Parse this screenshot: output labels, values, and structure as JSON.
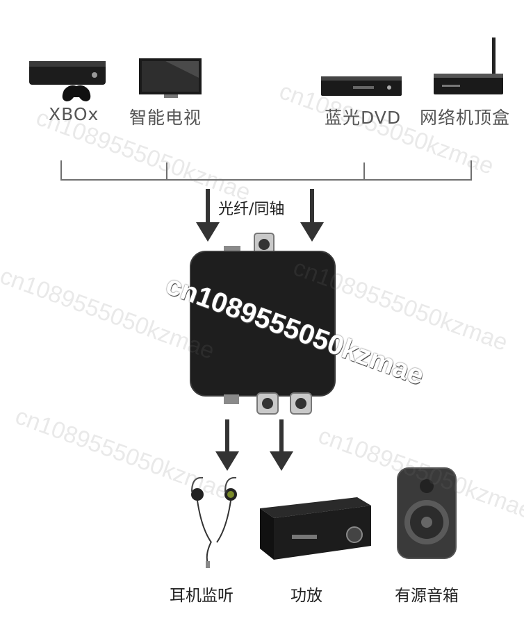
{
  "sources": [
    {
      "label": "XBOx",
      "icon": "xbox-console-icon"
    },
    {
      "label": "智能电视",
      "icon": "smart-tv-icon"
    },
    {
      "label": "蓝光DVD",
      "icon": "bluray-dvd-player-icon"
    },
    {
      "label": "网络机顶盒",
      "icon": "network-set-top-box-icon"
    }
  ],
  "input_label": "光纤/同轴",
  "outputs": [
    {
      "label": "耳机监听",
      "icon": "earphones-icon"
    },
    {
      "label": "功放",
      "icon": "amplifier-icon"
    },
    {
      "label": "有源音箱",
      "icon": "active-speaker-icon"
    }
  ],
  "watermark_text": "cn1089555050kzmae",
  "colors": {
    "line": "#6f6f6f",
    "arrow": "#333333",
    "converter_body": "#1e1e1e"
  }
}
